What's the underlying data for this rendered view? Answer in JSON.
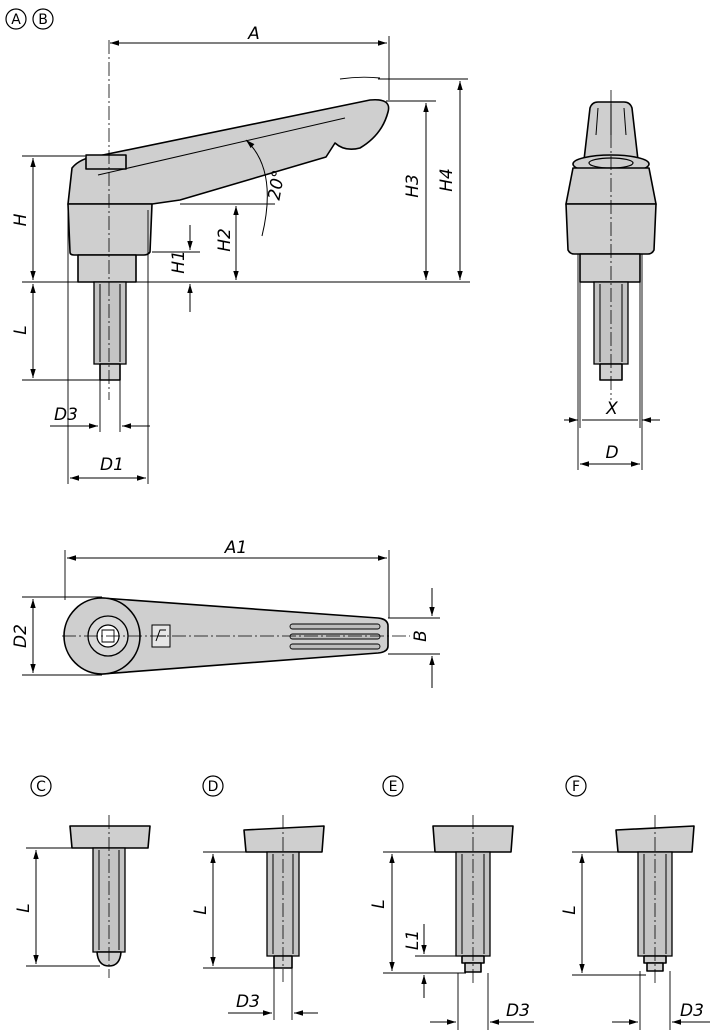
{
  "views": {
    "main_badges": [
      "A",
      "B"
    ],
    "variant_badges": [
      "C",
      "D",
      "E",
      "F"
    ]
  },
  "dimensions": {
    "A": "A",
    "A1": "A1",
    "H": "H",
    "H1": "H1",
    "H2": "H2",
    "H3": "H3",
    "H4": "H4",
    "L": "L",
    "L1": "L1",
    "D": "D",
    "D1": "D1",
    "D2": "D2",
    "D3": "D3",
    "B": "B",
    "X": "X",
    "angle": "20°"
  }
}
